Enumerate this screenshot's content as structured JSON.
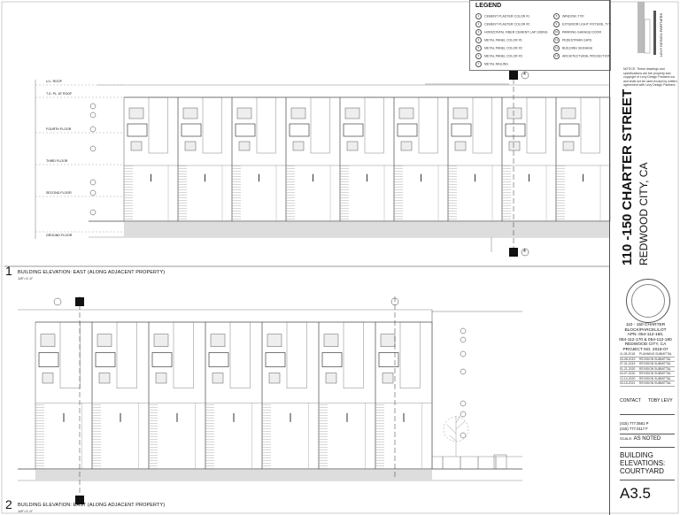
{
  "legend": {
    "title": "LEGEND",
    "items": [
      {
        "n": "1",
        "label": "CEMENT PLASTER COLOR #1"
      },
      {
        "n": "2",
        "label": "CEMENT PLASTER COLOR #2"
      },
      {
        "n": "3",
        "label": "HORIZONTAL FIBER CEMENT LAP SIDING"
      },
      {
        "n": "4",
        "label": "METAL PANEL COLOR #1"
      },
      {
        "n": "5",
        "label": "METAL PANEL COLOR #2"
      },
      {
        "n": "6",
        "label": "METAL PANEL COLOR #3"
      },
      {
        "n": "7",
        "label": "METAL RAILING"
      },
      {
        "n": "8",
        "label": "WINDOW, TYP."
      },
      {
        "n": "9",
        "label": "EXTERIOR LIGHT FIXTURE, TYP."
      },
      {
        "n": "10",
        "label": "PARKING GARAGE DOOR"
      },
      {
        "n": "11",
        "label": "PEDESTRIAN GATE"
      },
      {
        "n": "12",
        "label": "BUILDING SIGNAGE"
      },
      {
        "n": "13",
        "label": "ARCHITECTURAL PROJECTION"
      }
    ]
  },
  "titleblock": {
    "logo_text": "LEVY DESIGN PARTNERS",
    "note": "NOTICE: These drawings and specifications are the property and copyright of Levy Design Partners Inc. and shall not be used except by written agreement with Levy Design Partners.",
    "address_line1": "110 -150 CHARTER STREET",
    "address_line2": "REDWOOD CITY, CA",
    "project_lines": [
      "110 - 150 CHARTER",
      "BLOCK/PARCEL/LOT",
      "APN: 054-112-160,",
      "054-112-170 & 054-112-180",
      "REDWOOD CITY, CA",
      "PROJECT NO. 2018-07"
    ],
    "revisions": [
      {
        "date": "11-08-2018",
        "desc": "PLANNING SUBMITTAL"
      },
      {
        "date": "03-08-2019",
        "desc": "REVISION SUBMITTAL"
      },
      {
        "date": "07-31-2019",
        "desc": "REVISION SUBMITTAL"
      },
      {
        "date": "01-21-2020",
        "desc": "REVISION SUBMITTAL"
      },
      {
        "date": "04-07-2020",
        "desc": "REVISION SUBMITTAL"
      },
      {
        "date": "12-14-2020",
        "desc": "REVISION SUBMITTAL"
      },
      {
        "date": "03-15-2021",
        "desc": "REVISION SUBMITTAL"
      }
    ],
    "contact_label": "CONTACT",
    "contact_name": "TOBY LEVY",
    "phone": "(415) 777.0561 P",
    "fax": "(415) 777.0117 F",
    "scale_label": "SCALE:",
    "scale_value": "AS NOTED",
    "sheet_title_line1": "BUILDING",
    "sheet_title_line2": "ELEVATIONS:",
    "sheet_title_line3": "COURTYARD",
    "sheet_number": "A3.5"
  },
  "drawings": [
    {
      "number": "1",
      "title": "BUILDING ELEVATION: EAST (ALONG ADJACENT PROPERTY)",
      "scale": "1/8\"=1'-0\""
    },
    {
      "number": "2",
      "title": "BUILDING ELEVATION: EAST (ALONG ADJACENT PROPERTY)",
      "scale": "1/8\"=1'-0\""
    }
  ],
  "levels": [
    "U.L. ROOF",
    "T.O. PL. AT ROOF",
    "FOURTH FLOOR",
    "THIRD FLOOR",
    "SECOND FLOOR",
    "GROUND FLOOR"
  ],
  "grid_tags": [
    "4",
    "4"
  ]
}
